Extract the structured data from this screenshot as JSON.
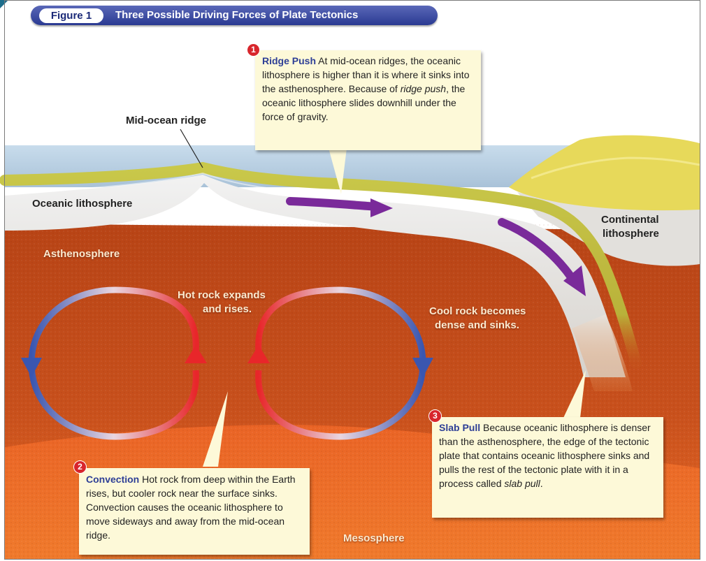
{
  "figure": {
    "number": "Figure 1",
    "title": "Three Possible Driving Forces of Plate Tectonics"
  },
  "labels": {
    "mid_ocean_ridge": "Mid-ocean ridge",
    "oceanic_lithosphere": "Oceanic lithosphere",
    "continental_lithosphere_1": "Continental",
    "continental_lithosphere_2": "lithosphere",
    "asthenosphere": "Asthenosphere",
    "mesosphere": "Mesosphere",
    "hot_rock_1": "Hot rock expands",
    "hot_rock_2": "and rises.",
    "cool_rock_1": "Cool rock becomes",
    "cool_rock_2": "dense and sinks."
  },
  "callouts": {
    "ridge_push": {
      "number": "1",
      "heading": "Ridge Push",
      "text_a": "At mid-ocean ridges, the oceanic lithosphere is higher than it is where it sinks into the asthenosphere. Because of ",
      "emphasis": "ridge push",
      "text_b": ", the oceanic lithosphere slides downhill under the force of gravity."
    },
    "convection": {
      "number": "2",
      "heading": "Convection",
      "text": "Hot rock from deep within the Earth rises, but cooler rock near the surface sinks. Convection causes the oceanic lithosphere to move sideways and away from the mid-ocean ridge."
    },
    "slab_pull": {
      "number": "3",
      "heading": "Slab Pull",
      "text_a": "Because oceanic lithosphere is denser than the asthenosphere, the edge of the tectonic plate that contains oceanic lithosphere sinks and pulls the rest of the tectonic plate with it in a process called ",
      "emphasis": "slab pull",
      "text_b": "."
    }
  },
  "colors": {
    "banner": "#2e3f96",
    "callout_bg": "#fdf9d8",
    "heading": "#2e3f96",
    "number_badge": "#d8262c",
    "asthenosphere": "#c94a1c",
    "mesosphere": "#e05a22",
    "lithosphere": "#e8e8e8",
    "crust_rim": "#c9c84a",
    "ocean": "#b9cde0",
    "continent": "#e6d95a",
    "arrow_motion": "#7a2a9a",
    "convection_hot": "#e8262a",
    "convection_cool": "#3a56b0"
  },
  "icons": [
    "number-badge-1",
    "number-badge-2",
    "number-badge-3",
    "motion-arrow",
    "convection-arrow"
  ]
}
